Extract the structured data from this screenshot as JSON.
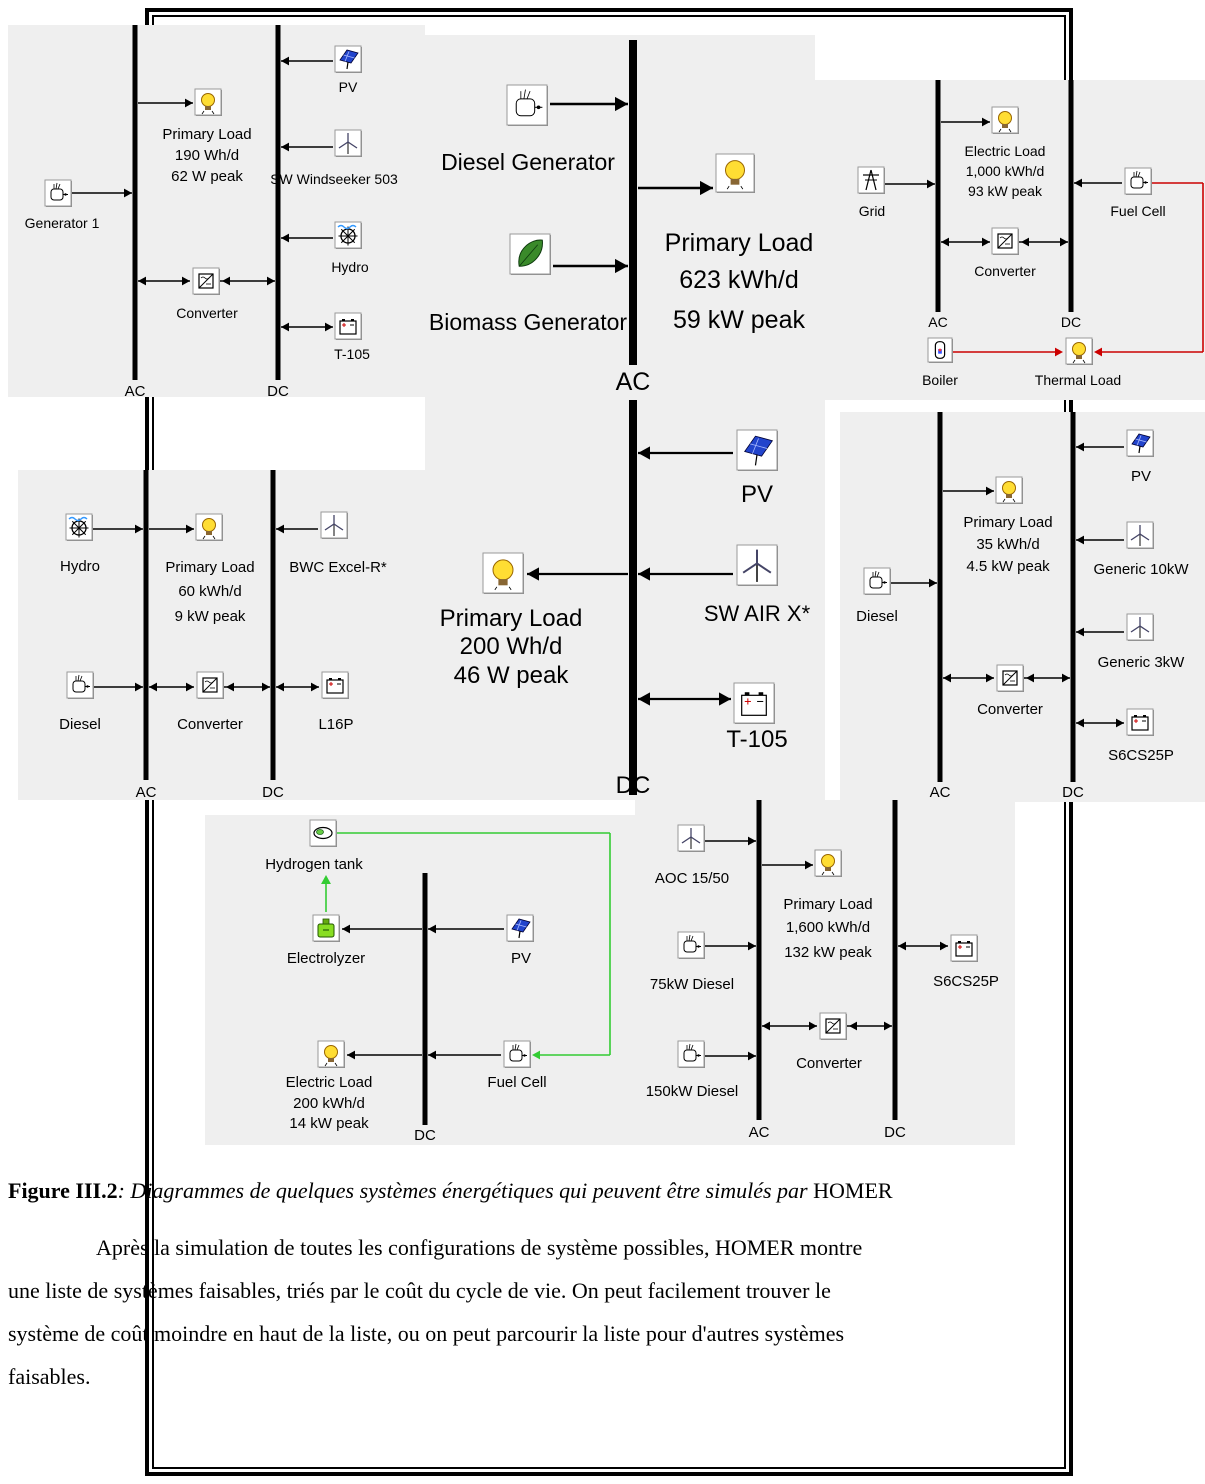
{
  "diagrams": [
    {
      "id": "d1",
      "buses": [
        {
          "label": "AC"
        },
        {
          "label": "DC"
        }
      ],
      "components": [
        {
          "name": "PV",
          "icon": "pv-icon"
        },
        {
          "name": "SW Windseeker 503",
          "icon": "wind-turbine-icon"
        },
        {
          "name": "Hydro",
          "icon": "hydro-icon"
        },
        {
          "name": "T-105",
          "icon": "battery-icon"
        },
        {
          "name": "Generator 1",
          "icon": "generator-icon"
        },
        {
          "name": "Converter",
          "icon": "converter-icon"
        }
      ],
      "load": {
        "name": "Primary Load",
        "energy": "190 Wh/d",
        "peak": "62 W peak"
      }
    },
    {
      "id": "d2",
      "buses": [
        {
          "label": "AC"
        }
      ],
      "components": [
        {
          "name": "Diesel Generator",
          "icon": "generator-icon"
        },
        {
          "name": "Biomass Generator",
          "icon": "biomass-icon"
        }
      ],
      "load": {
        "name": "Primary Load",
        "energy": "623 kWh/d",
        "peak": "59 kW peak"
      }
    },
    {
      "id": "d3",
      "buses": [
        {
          "label": "AC"
        },
        {
          "label": "DC"
        }
      ],
      "components": [
        {
          "name": "Grid",
          "icon": "grid-icon"
        },
        {
          "name": "Fuel Cell",
          "icon": "fuel-cell-icon"
        },
        {
          "name": "Converter",
          "icon": "converter-icon"
        },
        {
          "name": "Boiler",
          "icon": "boiler-icon"
        },
        {
          "name": "Thermal Load",
          "icon": "thermal-load-icon"
        }
      ],
      "load": {
        "name": "Electric Load",
        "energy": "1,000 kWh/d",
        "peak": "93 kW peak"
      }
    },
    {
      "id": "d4",
      "buses": [
        {
          "label": "AC"
        },
        {
          "label": "DC"
        }
      ],
      "components": [
        {
          "name": "Hydro",
          "icon": "hydro-icon"
        },
        {
          "name": "BWC Excel-R*",
          "icon": "wind-turbine-icon"
        },
        {
          "name": "Diesel",
          "icon": "generator-icon"
        },
        {
          "name": "Converter",
          "icon": "converter-icon"
        },
        {
          "name": "L16P",
          "icon": "battery-icon"
        }
      ],
      "load": {
        "name": "Primary Load",
        "energy": "60 kWh/d",
        "peak": "9 kW peak"
      }
    },
    {
      "id": "d5",
      "buses": [
        {
          "label": "DC"
        }
      ],
      "components": [
        {
          "name": "PV",
          "icon": "pv-icon"
        },
        {
          "name": "SW AIR X*",
          "icon": "wind-turbine-icon"
        },
        {
          "name": "T-105",
          "icon": "battery-icon"
        }
      ],
      "load": {
        "name": "Primary Load",
        "energy": "200 Wh/d",
        "peak": "46 W peak"
      }
    },
    {
      "id": "d6",
      "buses": [
        {
          "label": "AC"
        },
        {
          "label": "DC"
        }
      ],
      "components": [
        {
          "name": "PV",
          "icon": "pv-icon"
        },
        {
          "name": "Generic 10kW",
          "icon": "wind-turbine-icon"
        },
        {
          "name": "Generic 3kW",
          "icon": "wind-turbine-icon"
        },
        {
          "name": "S6CS25P",
          "icon": "battery-icon"
        },
        {
          "name": "Diesel",
          "icon": "generator-icon"
        },
        {
          "name": "Converter",
          "icon": "converter-icon"
        }
      ],
      "load": {
        "name": "Primary Load",
        "energy": "35 kWh/d",
        "peak": "4.5 kW peak"
      }
    },
    {
      "id": "d7",
      "buses": [
        {
          "label": "DC"
        }
      ],
      "components": [
        {
          "name": "Hydrogen tank",
          "icon": "hydrogen-tank-icon"
        },
        {
          "name": "Electrolyzer",
          "icon": "electrolyzer-icon"
        },
        {
          "name": "PV",
          "icon": "pv-icon"
        },
        {
          "name": "Fuel Cell",
          "icon": "fuel-cell-icon"
        }
      ],
      "load": {
        "name": "Electric Load",
        "energy": "200 kWh/d",
        "peak": "14 kW peak"
      }
    },
    {
      "id": "d8",
      "buses": [
        {
          "label": "AC"
        },
        {
          "label": "DC"
        }
      ],
      "components": [
        {
          "name": "AOC 15/50",
          "icon": "wind-turbine-icon"
        },
        {
          "name": "75kW Diesel",
          "icon": "generator-icon"
        },
        {
          "name": "150kW Diesel",
          "icon": "generator-icon"
        },
        {
          "name": "Converter",
          "icon": "converter-icon"
        },
        {
          "name": "S6CS25P",
          "icon": "battery-icon"
        }
      ],
      "load": {
        "name": "Primary Load",
        "energy": "1,600 kWh/d",
        "peak": "132 kW peak"
      }
    }
  ],
  "colors": {
    "panel": "#efefef",
    "thermal_link": "#cc0000",
    "hydrogen_link": "#33cc33"
  },
  "caption": {
    "label": "Figure III.2",
    "text": ": Diagrammes de quelques systèmes énergétiques qui peuvent être simulés par",
    "brand": "HOMER"
  },
  "paragraph": [
    "Après la simulation de toutes les configurations de système possibles, HOMER montre",
    "une liste de systèmes faisables, triés par le coût du cycle de vie. On peut facilement trouver le",
    "système de coût moindre en haut de la liste, ou on peut parcourir la liste pour d'autres systèmes",
    "faisables."
  ]
}
